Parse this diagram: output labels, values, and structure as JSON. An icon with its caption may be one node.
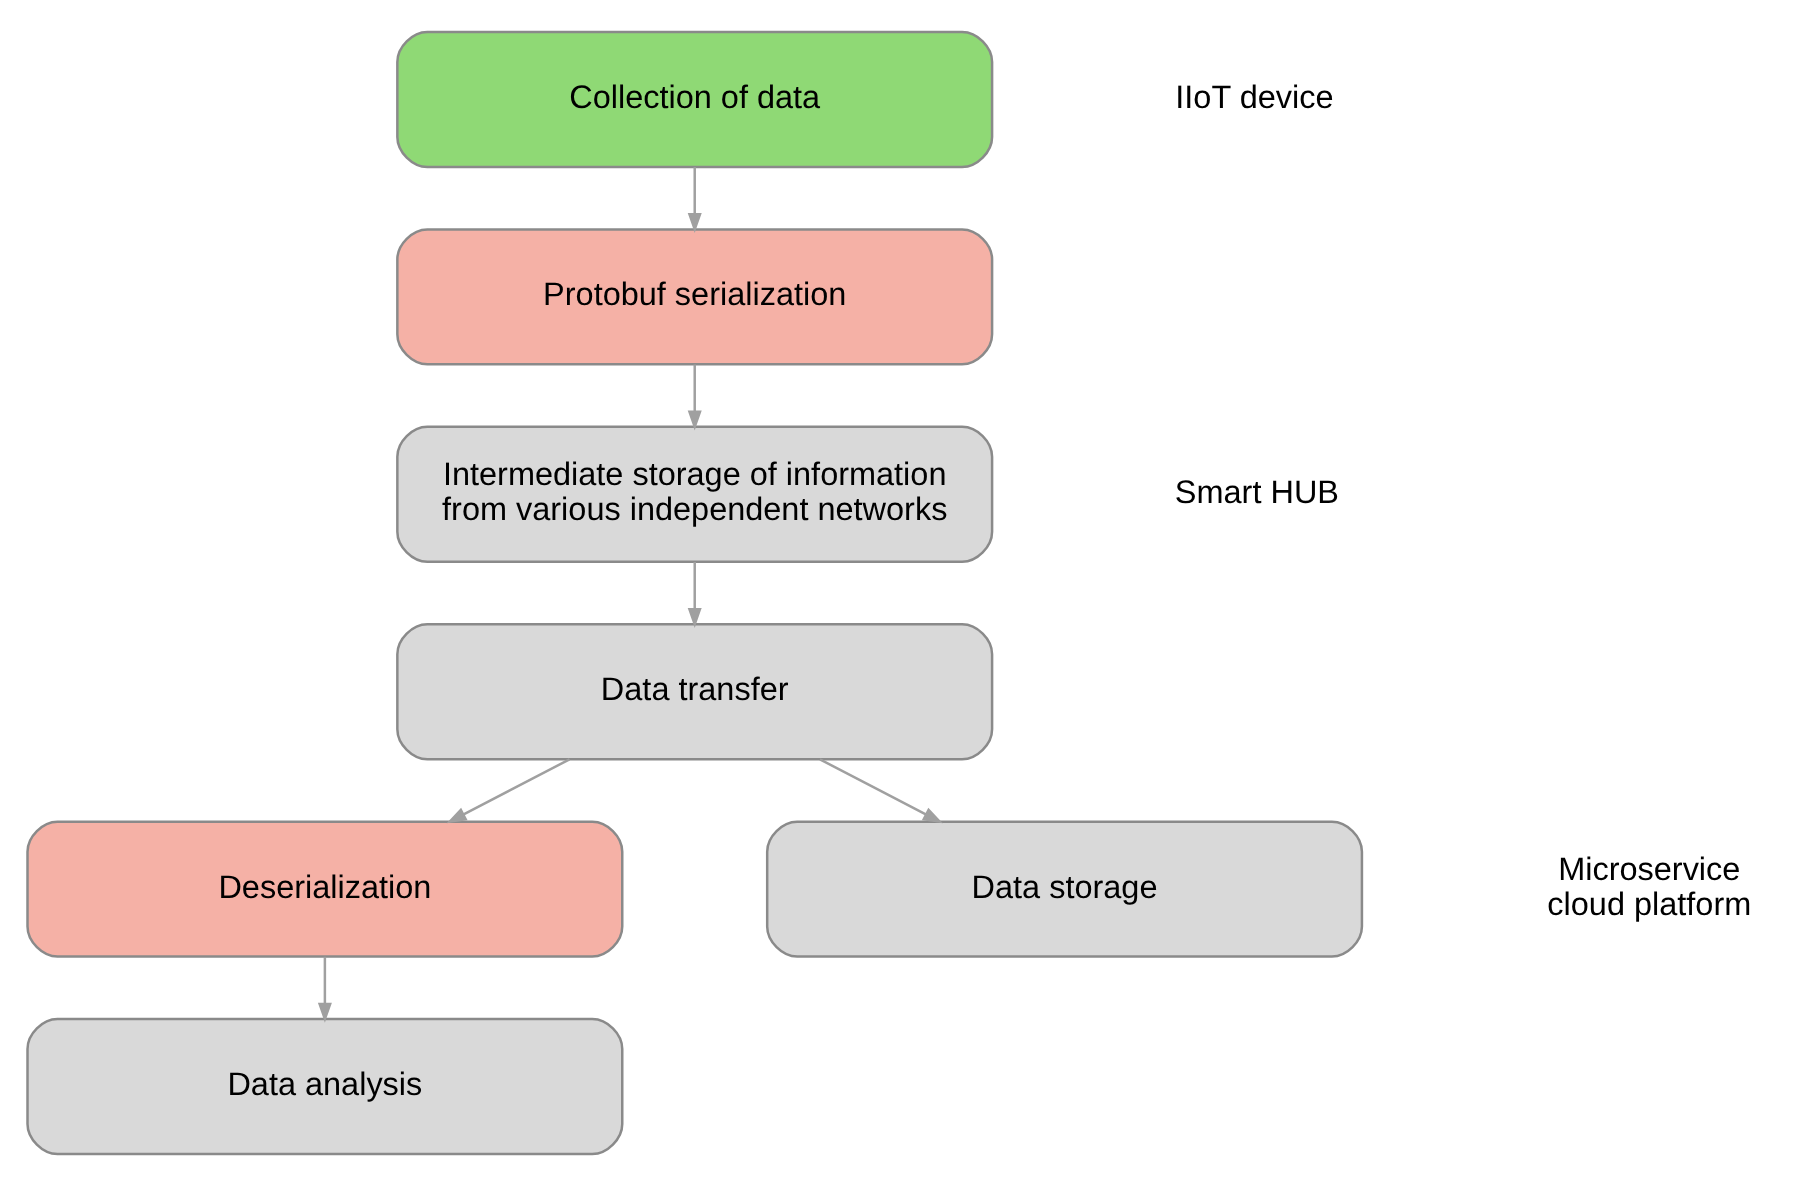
{
  "diagram": {
    "nodes": [
      {
        "text": [
          "Collection of data"
        ]
      },
      {
        "text": [
          "Protobuf serialization"
        ]
      },
      {
        "text": [
          "Intermediate storage of information from various independent networks"
        ]
      },
      {
        "text": [
          "Data transfer"
        ]
      },
      {
        "text": [
          "Deserialization"
        ]
      },
      {
        "text": [
          "Data storage"
        ]
      },
      {
        "text": [
          "Data analysis"
        ]
      }
    ],
    "edges": [
      {
        "from": 0,
        "to": 1,
        "arrow": "to"
      },
      {
        "from": 1,
        "to": 2,
        "arrow": "to"
      },
      {
        "from": 2,
        "to": 3,
        "arrow": "to"
      },
      {
        "from": 3,
        "to": 4,
        "arrow": "to"
      },
      {
        "from": 3,
        "to": 5,
        "arrow": "to"
      },
      {
        "from": 4,
        "to": 6,
        "arrow": "to"
      }
    ],
    "labels": [
      "IIoT device",
      "Smart HUB",
      "Microservice cloud platform"
    ]
  }
}
